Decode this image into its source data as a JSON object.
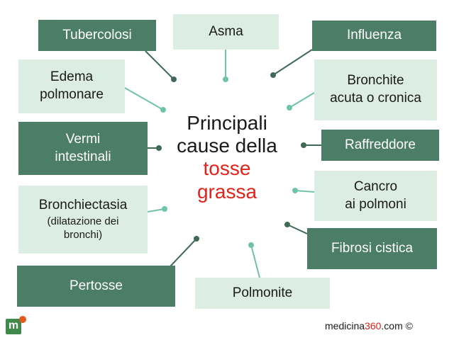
{
  "center": {
    "line1": "Principali",
    "line2": "cause della",
    "line3": "tosse",
    "line4": "grassa"
  },
  "causes": {
    "tubercolosi": "Tubercolosi",
    "asma": "Asma",
    "influenza": "Influenza",
    "edema_1": "Edema",
    "edema_2": "polmonare",
    "bronchite_1": "Bronchite",
    "bronchite_2": "acuta o cronica",
    "vermi_1": "Vermi",
    "vermi_2": "intestinali",
    "raffreddore": "Raffreddore",
    "bronchiectasia": "Bronchiectasia",
    "bronchiectasia_sub_1": "(dilatazione dei",
    "bronchiectasia_sub_2": "bronchi)",
    "cancro_1": "Cancro",
    "cancro_2": "ai polmoni",
    "fibrosi": "Fibrosi cistica",
    "pertosse": "Pertosse",
    "polmonite": "Polmonite"
  },
  "footer": {
    "logo_letter": "m",
    "brand_pre": "medicina",
    "brand_num": "360",
    "brand_post": ".com ©"
  },
  "colors": {
    "dark_box": "#4b7d67",
    "light_box": "#dcede3",
    "accent_red": "#e2231a",
    "dark_line": "#3f6a56",
    "light_line": "#6fc4a6"
  }
}
